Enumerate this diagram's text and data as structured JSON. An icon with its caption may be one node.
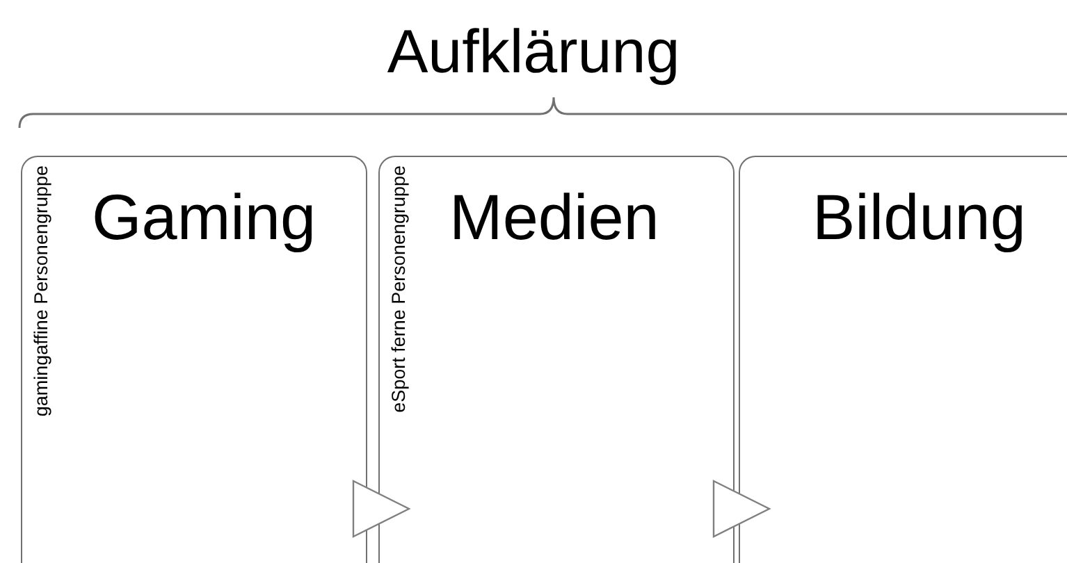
{
  "diagram": {
    "title": "Aufklärung",
    "nodes": [
      {
        "text": [
          "Gaming",
          "gamingaffine Personengruppe"
        ]
      },
      {
        "text": [
          "Medien",
          "eSport ferne Personengruppe"
        ]
      },
      {
        "text": [
          "Bildung"
        ]
      }
    ],
    "edges": [
      {
        "from": 0,
        "to": 1,
        "arrow": "to"
      },
      {
        "from": 1,
        "to": 2,
        "arrow": "to"
      }
    ]
  }
}
